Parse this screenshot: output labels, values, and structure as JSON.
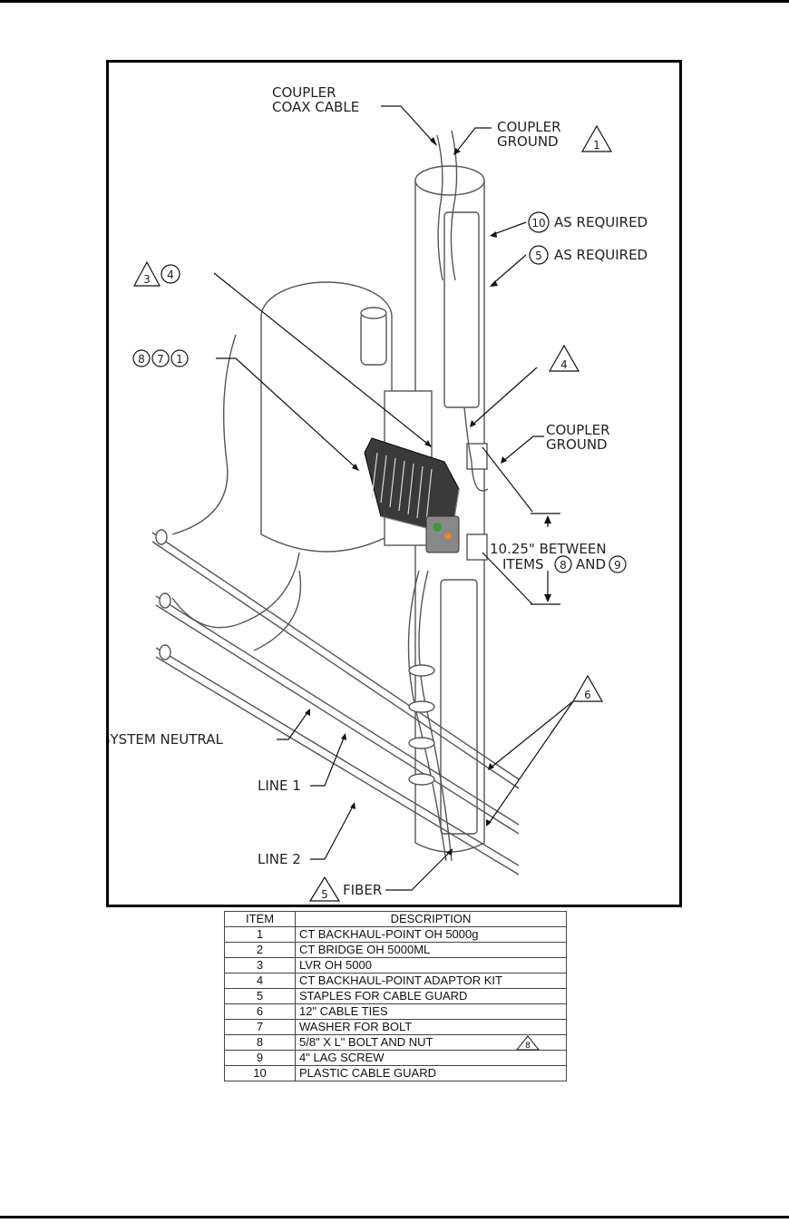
{
  "callouts": {
    "coupler_coax_line1": "COUPLER",
    "coupler_coax_line2": "COAX CABLE",
    "coupler_ground_top_line1": "COUPLER",
    "coupler_ground_top_line2": "GROUND",
    "coupler_ground_top_note": "1",
    "guard_note_num": "10",
    "guard_note_text": "AS REQUIRED",
    "staples_note_num": "5",
    "staples_note_text": "AS REQUIRED",
    "adaptor_note_tri": "3",
    "adaptor_note_circle": "4",
    "bolt_notes": [
      "8",
      "7",
      "1"
    ],
    "ground_wire_note": "4",
    "coupler_ground_mid_line1": "COUPLER",
    "coupler_ground_mid_line2": "GROUND",
    "spacing_line1": "10.25\" BETWEEN",
    "spacing_line2_prefix": "ITEMS",
    "spacing_item_a": "8",
    "spacing_line2_mid": "AND",
    "spacing_item_b": "9",
    "cable_ties_note": "6",
    "system_neutral": "SYSTEM NEUTRAL",
    "line1": "LINE 1",
    "line2": "LINE 2",
    "fiber_note": "5",
    "fiber": "FIBER"
  },
  "parts_table": {
    "headers": [
      "ITEM",
      "DESCRIPTION"
    ],
    "rows": [
      {
        "item": "1",
        "description": "CT BACKHAUL-POINT OH 5000g"
      },
      {
        "item": "2",
        "description": "CT BRIDGE OH 5000ML"
      },
      {
        "item": "3",
        "description": "LVR OH 5000"
      },
      {
        "item": "4",
        "description": "CT BACKHAUL-POINT ADAPTOR KIT"
      },
      {
        "item": "5",
        "description": "STAPLES FOR CABLE GUARD"
      },
      {
        "item": "6",
        "description": "12\" CABLE TIES"
      },
      {
        "item": "7",
        "description": "WASHER FOR BOLT"
      },
      {
        "item": "8",
        "description": "5/8\" X L\" BOLT AND NUT"
      },
      {
        "item": "9",
        "description": "4\" LAG SCREW"
      },
      {
        "item": "10",
        "description": "PLASTIC CABLE GUARD"
      }
    ],
    "row8_note": "8"
  }
}
